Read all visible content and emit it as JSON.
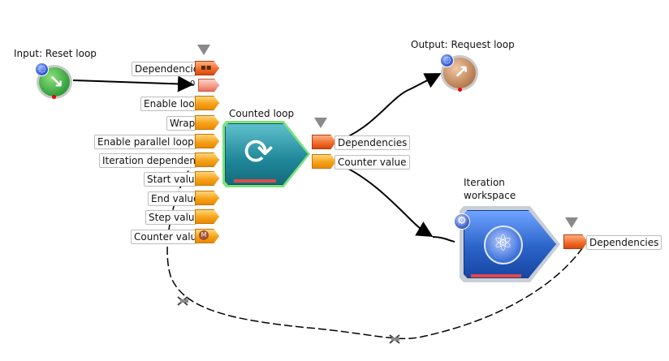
{
  "nodes": {
    "input_reset_loop": {
      "title": "Input: Reset loop"
    },
    "output_request_loop": {
      "title": "Output: Request loop"
    },
    "counted_loop": {
      "title": "Counted loop",
      "inputs": [
        "Dependencies",
        "Enable loop",
        "Wrap",
        "Enable parallel looping",
        "Iteration dependency",
        "Start value",
        "End value",
        "Step value",
        "Counter value"
      ],
      "value_port_label": "0",
      "outputs": [
        "Dependencies",
        "Counter value"
      ]
    },
    "iteration_workspace": {
      "title_line1": "Iteration",
      "title_line2": "workspace",
      "outputs": [
        "Dependencies"
      ]
    }
  },
  "icons": {
    "input": "arrow-down-right-icon",
    "output": "arrow-up-right-icon",
    "loop": "refresh-icon",
    "workspace": "workspace-icon",
    "gear": "gear-icon"
  },
  "colors": {
    "port_orange": "#f6a21a",
    "port_red": "#f06a2a",
    "loop_teal": "#2a8fa0",
    "workspace_blue": "#2a63c8",
    "selection_green": "#67e36a",
    "input_green": "#2f9e3a",
    "output_brown": "#b67a4e"
  }
}
